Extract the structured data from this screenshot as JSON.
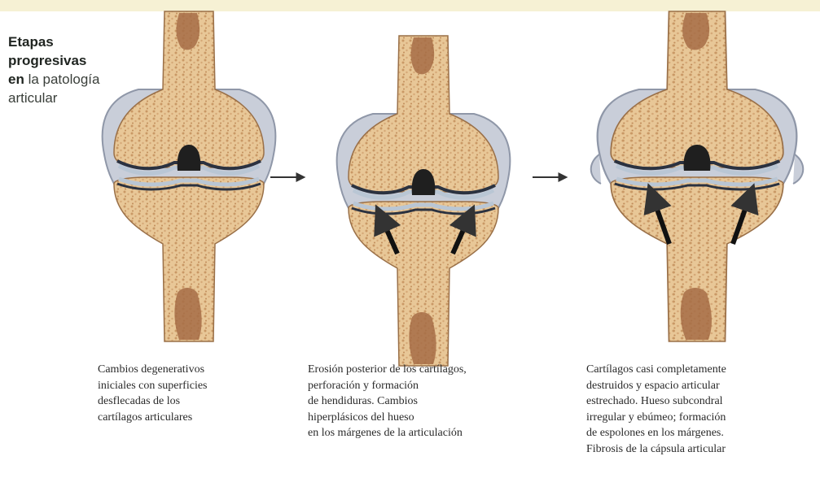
{
  "title": {
    "line1": "Etapas",
    "line2": "progresivas",
    "line3_bold": "en",
    "line3_rest": " la patología",
    "line4": "articular"
  },
  "stages": [
    {
      "caption": [
        "Cambios degenerativos",
        "iniciales con superficies",
        "desflecadas de los",
        "cartílagos articulares"
      ]
    },
    {
      "caption": [
        "Erosión posterior de los cartílagos,",
        "perforación y formación",
        "de hendiduras. Cambios",
        "hiperplásicos del hueso",
        "en los márgenes de la articulación"
      ]
    },
    {
      "caption": [
        "Cartílagos casi completamente",
        "destruidos y espacio articular",
        "estrechado. Hueso subcondral",
        "irregular y ebúmeo; formación",
        "de espolones en los márgenes.",
        "Fibrosis de la cápsula articular"
      ]
    }
  ],
  "colors": {
    "bone": "#e9c99a",
    "bone_dark": "#b07a4c",
    "marrow": "#a9714a",
    "cartilage": "#b9c6d4",
    "capsule": "#c7ccd8",
    "ink": "#1c1c1c"
  }
}
